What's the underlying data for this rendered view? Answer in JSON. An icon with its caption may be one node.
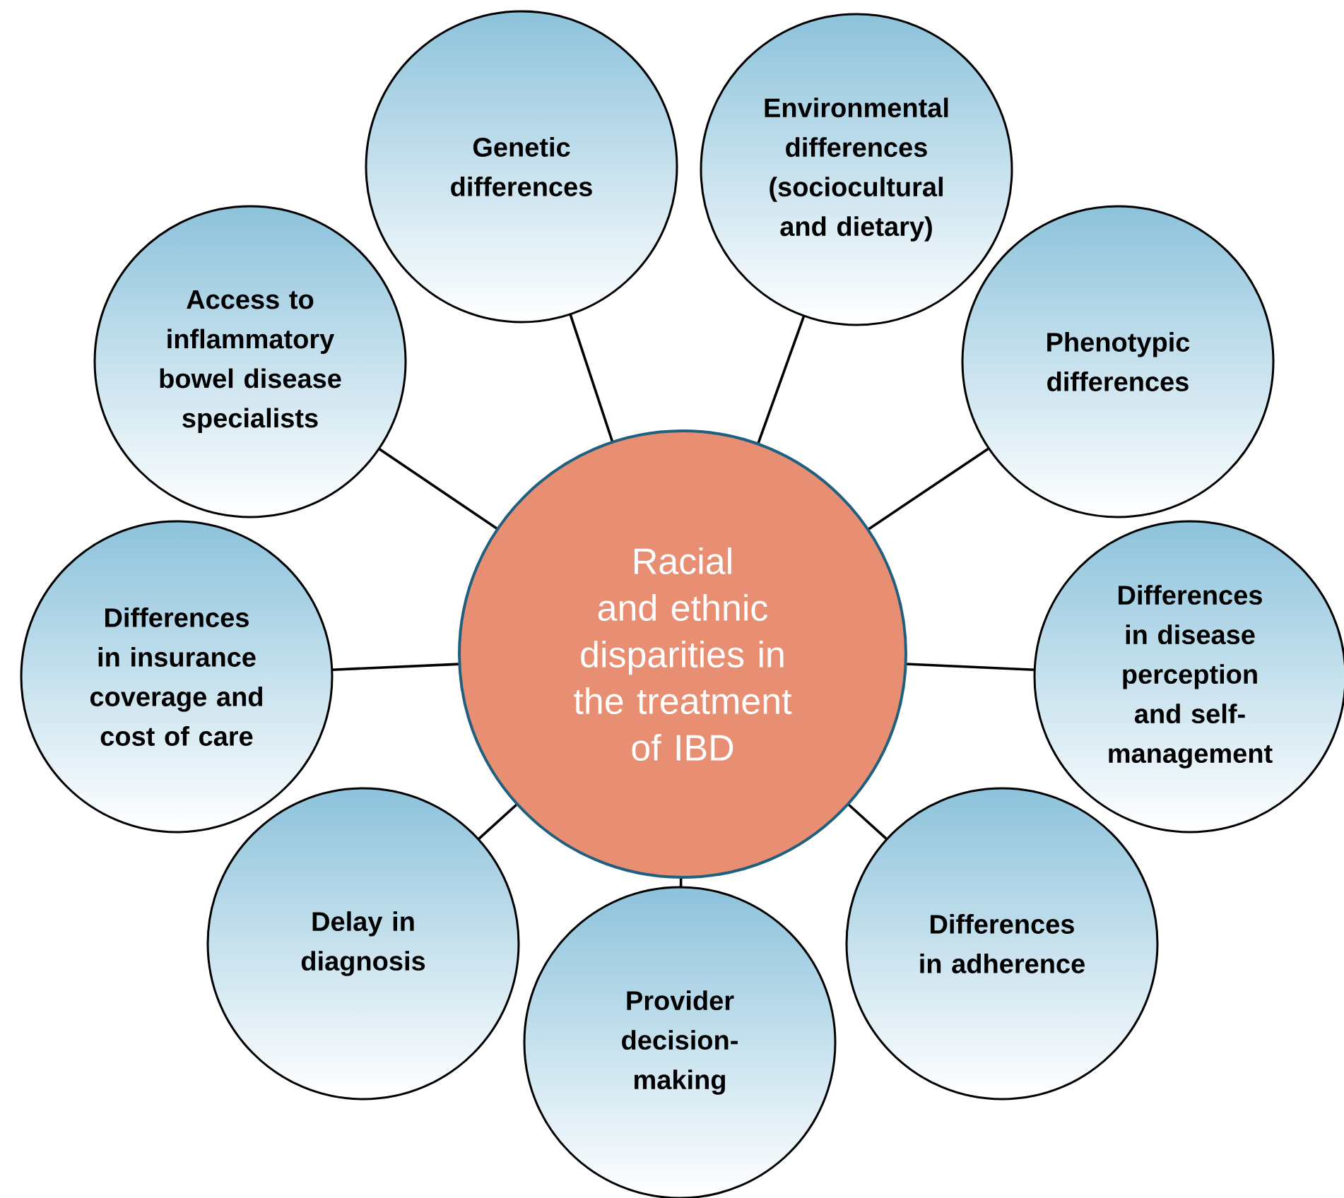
{
  "diagram": {
    "nodes": [
      {
        "text": [
          "Racial and ethnic disparities in the treatment of IBD"
        ]
      },
      {
        "text": [
          "Genetic differences"
        ]
      },
      {
        "text": [
          "Environmental differences (sociocultural and dietary)"
        ]
      },
      {
        "text": [
          "Access to inflammatory bowel disease specialists"
        ]
      },
      {
        "text": [
          "Phenotypic differences"
        ]
      },
      {
        "text": [
          "Differences in insurance coverage and cost of care"
        ]
      },
      {
        "text": [
          "Differences in disease perception and self-management"
        ]
      },
      {
        "text": [
          "Delay in diagnosis"
        ]
      },
      {
        "text": [
          "Differences in adherence"
        ]
      },
      {
        "text": [
          "Provider decision-making"
        ]
      }
    ],
    "edges": [
      {
        "from": 0,
        "to": 1,
        "arrow": "none"
      },
      {
        "from": 0,
        "to": 2,
        "arrow": "none"
      },
      {
        "from": 0,
        "to": 3,
        "arrow": "none"
      },
      {
        "from": 0,
        "to": 4,
        "arrow": "none"
      },
      {
        "from": 0,
        "to": 5,
        "arrow": "none"
      },
      {
        "from": 0,
        "to": 6,
        "arrow": "none"
      },
      {
        "from": 0,
        "to": 7,
        "arrow": "none"
      },
      {
        "from": 0,
        "to": 8,
        "arrow": "none"
      },
      {
        "from": 0,
        "to": 9,
        "arrow": "none"
      }
    ]
  }
}
